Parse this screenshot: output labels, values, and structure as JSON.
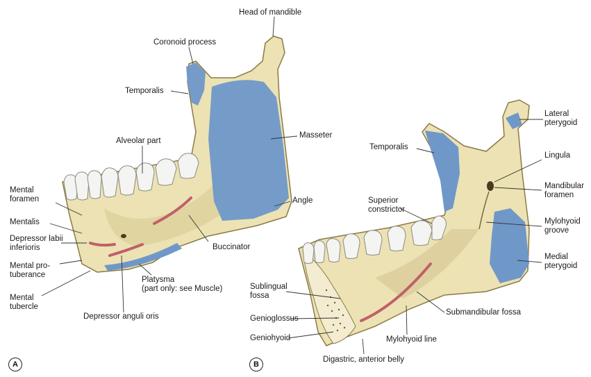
{
  "panels": {
    "a": "A",
    "b": "B"
  },
  "colors": {
    "bone": "#ece2b4",
    "bone_shadow": "#cfc08a",
    "muscle_blue": "#6f98c9",
    "red_line": "#c0606a",
    "tooth": "#f4f4f2"
  },
  "labels_a": {
    "head_of_mandible": "Head of mandible",
    "coronoid_process": "Coronoid process",
    "temporalis": "Temporalis",
    "alveolar_part": "Alveolar part",
    "masseter": "Masseter",
    "mental_foramen": "Mental\nforamen",
    "mentalis": "Mentalis",
    "depressor_labii": "Depressor labii\ninferioris",
    "mental_protuberance": "Mental pro-\ntuberance",
    "mental_tubercle": "Mental\ntubercle",
    "angle": "Angle",
    "buccinator": "Buccinator",
    "platysma": "Platysma\n(part only: see Muscle)",
    "depressor_anguli": "Depressor anguli oris"
  },
  "labels_b": {
    "temporalis": "Temporalis",
    "lateral_pterygoid": "Lateral\npterygoid",
    "lingula": "Lingula",
    "mandibular_foramen": "Mandibular\nforamen",
    "superior_constrictor": "Superior\nconstrictor",
    "mylohyoid_groove": "Mylohyoid\ngroove",
    "medial_pterygoid": "Medial\npterygoid",
    "sublingual_fossa": "Sublingual\nfossa",
    "genioglossus": "Genioglossus",
    "geniohyoid": "Geniohyoid",
    "submandibular_fossa": "Submandibular fossa",
    "mylohyoid_line": "Mylohyoid line",
    "digastric": "Digastric, anterior belly"
  }
}
